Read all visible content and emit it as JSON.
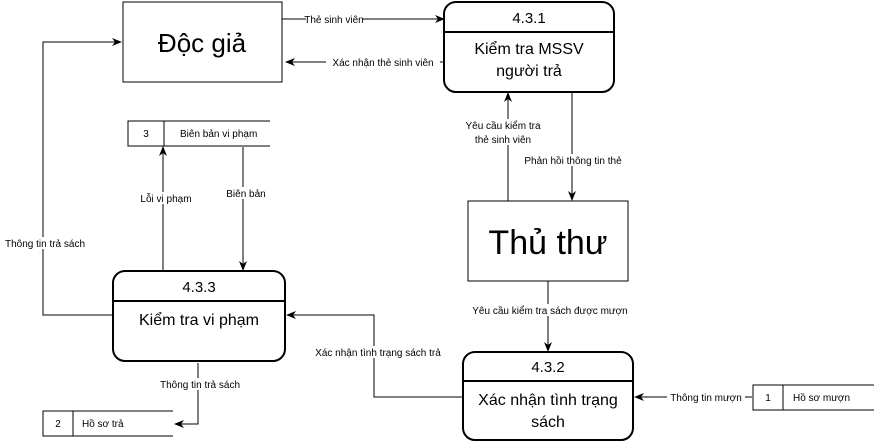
{
  "entities": {
    "doc_gia": "Độc giả",
    "thu_thu": "Thủ thư"
  },
  "processes": {
    "p431": {
      "id": "4.3.1",
      "name_line1": "Kiểm tra MSSV",
      "name_line2": "người trả"
    },
    "p432": {
      "id": "4.3.2",
      "name_line1": "Xác nhận tình trạng",
      "name_line2": "sách"
    },
    "p433": {
      "id": "4.3.3",
      "name_line1": "Kiểm tra vi phạm"
    }
  },
  "stores": {
    "s1": {
      "num": "1",
      "name": "Hồ sơ mượn"
    },
    "s2": {
      "num": "2",
      "name": "Hồ sơ trả"
    },
    "s3": {
      "num": "3",
      "name": "Biên bản vi phạm"
    }
  },
  "flows": {
    "the_sinh_vien": "Thẻ sinh viên",
    "xac_nhan_the": "Xác nhận thẻ sinh viên",
    "yeu_cau_kiem_tra_line1": "Yêu cầu kiểm tra",
    "yeu_cau_kiem_tra_line2": "thẻ sinh viên",
    "phan_hoi": "Phản hồi thông tin thẻ",
    "yeu_cau_sach_muon": "Yêu cầu kiểm tra sách được mượn",
    "thong_tin_muon": "Thông tin mượn",
    "xac_nhan_tinh_trang": "Xác nhận tình trạng sách trả",
    "thong_tin_tra_sach_left": "Thông tin trả sách",
    "thong_tin_tra_sach_bottom": "Thông tin trả sách",
    "loi_vi_pham": "Lỗi vi phạm",
    "bien_ban": "Biên bản"
  }
}
